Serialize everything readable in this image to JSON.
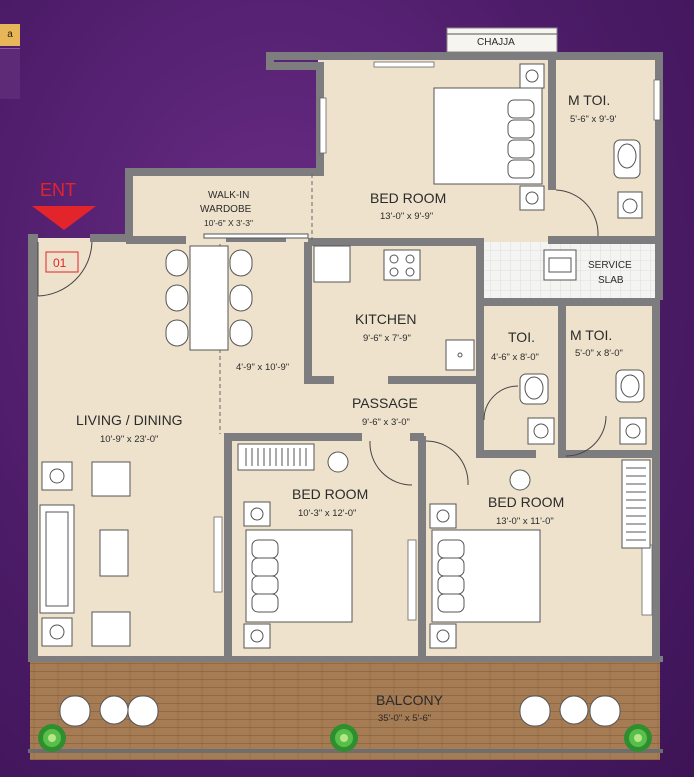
{
  "legend": {
    "chip_text": "a"
  },
  "entrance": {
    "label": "ENT",
    "unit_number": "01",
    "arrow_color": "#e3242b"
  },
  "rooms": {
    "chajja": {
      "name": "CHAJJA"
    },
    "master_bed": {
      "name": "BED ROOM",
      "size": "13'-0\" x 9'-9\""
    },
    "master_toilet": {
      "name": "M TOI.",
      "size": "5'-6\" x 9'-9'"
    },
    "walkin": {
      "name_line1": "WALK-IN",
      "name_line2": "WARDOBE",
      "size": "10'-6\" X 3'-3\""
    },
    "service_slab": {
      "name_line1": "SERVICE",
      "name_line2": "SLAB"
    },
    "kitchen": {
      "name": "KITCHEN",
      "size": "9'-6\" x 7'-9\""
    },
    "toilet": {
      "name": "TOI.",
      "size": "4'-6\" x 8'-0\""
    },
    "m_toilet_2": {
      "name": "M TOI.",
      "size": "5'-0\" x 8'-0\""
    },
    "living_dining": {
      "name": "LIVING / DINING",
      "size": "10'-9\" x 23'-0\""
    },
    "dining_nook": {
      "size": "4'-9\" x 10'-9\""
    },
    "passage": {
      "name": "PASSAGE",
      "size": "9'-6\" x 3'-0\""
    },
    "bed_room_2": {
      "name": "BED ROOM",
      "size": "10'-3\" x 12'-0\""
    },
    "bed_room_3": {
      "name": "BED ROOM",
      "size": "13'-0\" x 11'-0\""
    },
    "balcony": {
      "name": "BALCONY",
      "size": "35'-0\" x 5'-6\""
    }
  },
  "colors": {
    "background": "#4d1c69",
    "floor": "#eee2cc",
    "wall": "#7d7d80",
    "balcony_floor": "#a07853",
    "plant": "#3aa23a"
  }
}
